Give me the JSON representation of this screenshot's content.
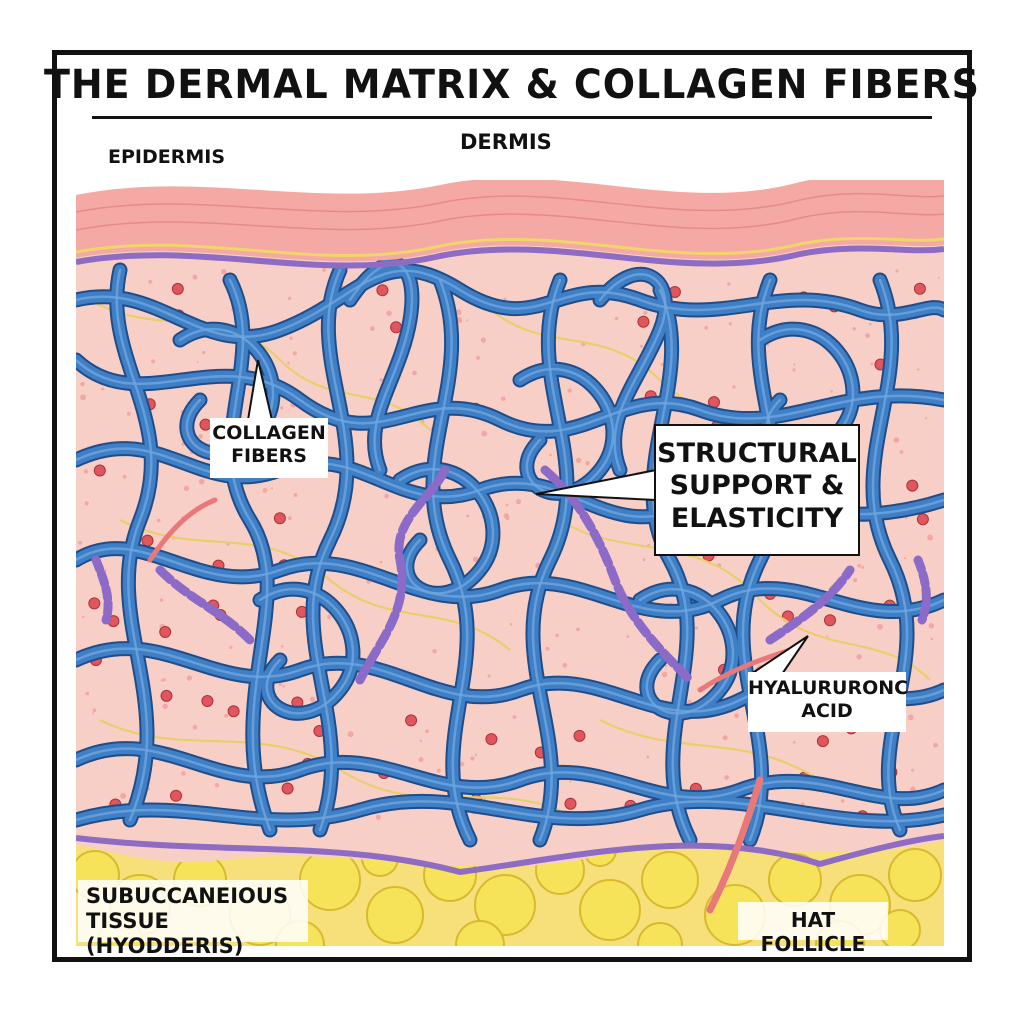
{
  "title": "THE DERMAL MATRIX & COLLAGEN FIBERS",
  "labels": {
    "epidermis": "EPIDERMIS",
    "dermis": "DERMIS",
    "collagen_line1": "COLLAGEN",
    "collagen_line2": "FIBERS",
    "structural_line1": "STRUCTURAL",
    "structural_line2": "SUPPORT &",
    "structural_line3": "ELASTICITY",
    "hyaluronic_line1": "HYALURURONC",
    "hyaluronic_line2": "ACID",
    "subcutaneous_line1": "SUBUCCANEIOUS",
    "subcutaneous_line2": "TISSUE (HYODDERIS)",
    "hair_follicle": "HAT FOLLICLE"
  },
  "colors": {
    "epidermis": "#f4a9a4",
    "dermis": "#f8cfc6",
    "collagen": "#3f7fc6",
    "collagen_outline": "#1f4d8a",
    "elastin": "#8b6bc7",
    "fat": "#f6e35a",
    "capillary": "#e8787a"
  }
}
